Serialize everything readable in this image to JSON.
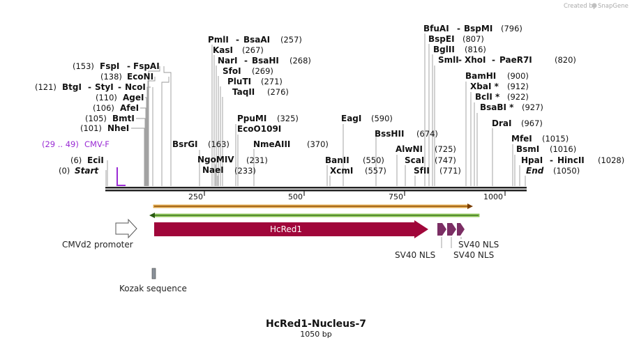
{
  "credit": {
    "prefix": "Created by",
    "brand": "SnapGene"
  },
  "title": "HcRed1-Nucleus-7",
  "subtitle": "1050 bp",
  "ruler": {
    "ticks": [
      "250",
      "500",
      "750",
      "1000"
    ]
  },
  "primer": {
    "name": "CMV-F",
    "range": "(29 .. 49)"
  },
  "sites_left": [
    {
      "name": "FspI",
      "pos": "(153)",
      "name2": "FspAI"
    },
    {
      "name": "EcoNI",
      "pos": "(138)"
    },
    {
      "name": "BtgI",
      "pos": "(121)",
      "name2": "StyI",
      "name3": "NcoI"
    },
    {
      "name": "AgeI",
      "pos": "(110)"
    },
    {
      "name": "AfeI",
      "pos": "(106)"
    },
    {
      "name": "BmtI",
      "pos": "(105)"
    },
    {
      "name": "NheI",
      "pos": "(101)"
    },
    {
      "name": "EciI",
      "pos": "(6)"
    },
    {
      "name": "Start",
      "pos": "(0)"
    }
  ],
  "sites_mid": [
    {
      "name": "PmlI",
      "name2": "BsaAI",
      "pos": "(257)"
    },
    {
      "name": "KasI",
      "pos": "(267)"
    },
    {
      "name": "NarI",
      "name2": "BsaHI",
      "pos": "(268)"
    },
    {
      "name": "SfoI",
      "pos": "(269)"
    },
    {
      "name": "PluTI",
      "pos": "(271)"
    },
    {
      "name": "TaqII",
      "pos": "(276)"
    },
    {
      "name": "PpuMI",
      "pos": "(325)"
    },
    {
      "name": "EcoO109I",
      "pos": ""
    },
    {
      "name": "NmeAIII",
      "pos": "(370)"
    },
    {
      "name": "BsrGI",
      "pos": "(163)"
    },
    {
      "name": "NgoMIV",
      "pos": "(231)"
    },
    {
      "name": "NaeI",
      "pos": "(233)"
    }
  ],
  "sites_right": [
    {
      "name": "EagI",
      "pos": "(590)"
    },
    {
      "name": "BssHII",
      "pos": "(674)"
    },
    {
      "name": "BanII",
      "pos": "(550)"
    },
    {
      "name": "XcmI",
      "pos": "(557)"
    },
    {
      "name": "AlwNI",
      "pos": "(725)"
    },
    {
      "name": "ScaI",
      "pos": "(747)"
    },
    {
      "name": "SfII",
      "pos": "(771)"
    },
    {
      "name": "BfuAI",
      "name2": "BspMI",
      "pos": "(796)"
    },
    {
      "name": "BspEI",
      "pos": "(807)"
    },
    {
      "name": "BglII",
      "pos": "(816)"
    },
    {
      "name": "SmlI",
      "name2": "XhoI",
      "name3": "PaeR7I",
      "pos": "(820)"
    },
    {
      "name": "BamHI",
      "pos": "(900)"
    },
    {
      "name": "XbaI *",
      "pos": "(912)"
    },
    {
      "name": "BclI *",
      "pos": "(922)"
    },
    {
      "name": "BsaBI *",
      "pos": "(927)"
    },
    {
      "name": "DraI",
      "pos": "(967)"
    },
    {
      "name": "MfeI",
      "pos": "(1015)"
    },
    {
      "name": "BsmI",
      "pos": "(1016)"
    },
    {
      "name": "HpaI",
      "name2": "HincII",
      "pos": "(1028)"
    },
    {
      "name": "End",
      "pos": "(1050)"
    }
  ],
  "features": {
    "promoter": "CMVd2 promoter",
    "cds": "HcRed1",
    "kozak": "Kozak sequence",
    "nls1": "SV40 NLS",
    "nls2": "SV40 NLS",
    "nls3": "SV40 NLS"
  },
  "colors": {
    "cds": "#a0063a",
    "nls": "#7b2e64",
    "primer": "#9a2bd4",
    "orf_fwd": "#f0b860",
    "orf_rev": "#a8e070",
    "kozak": "#8a9199"
  }
}
